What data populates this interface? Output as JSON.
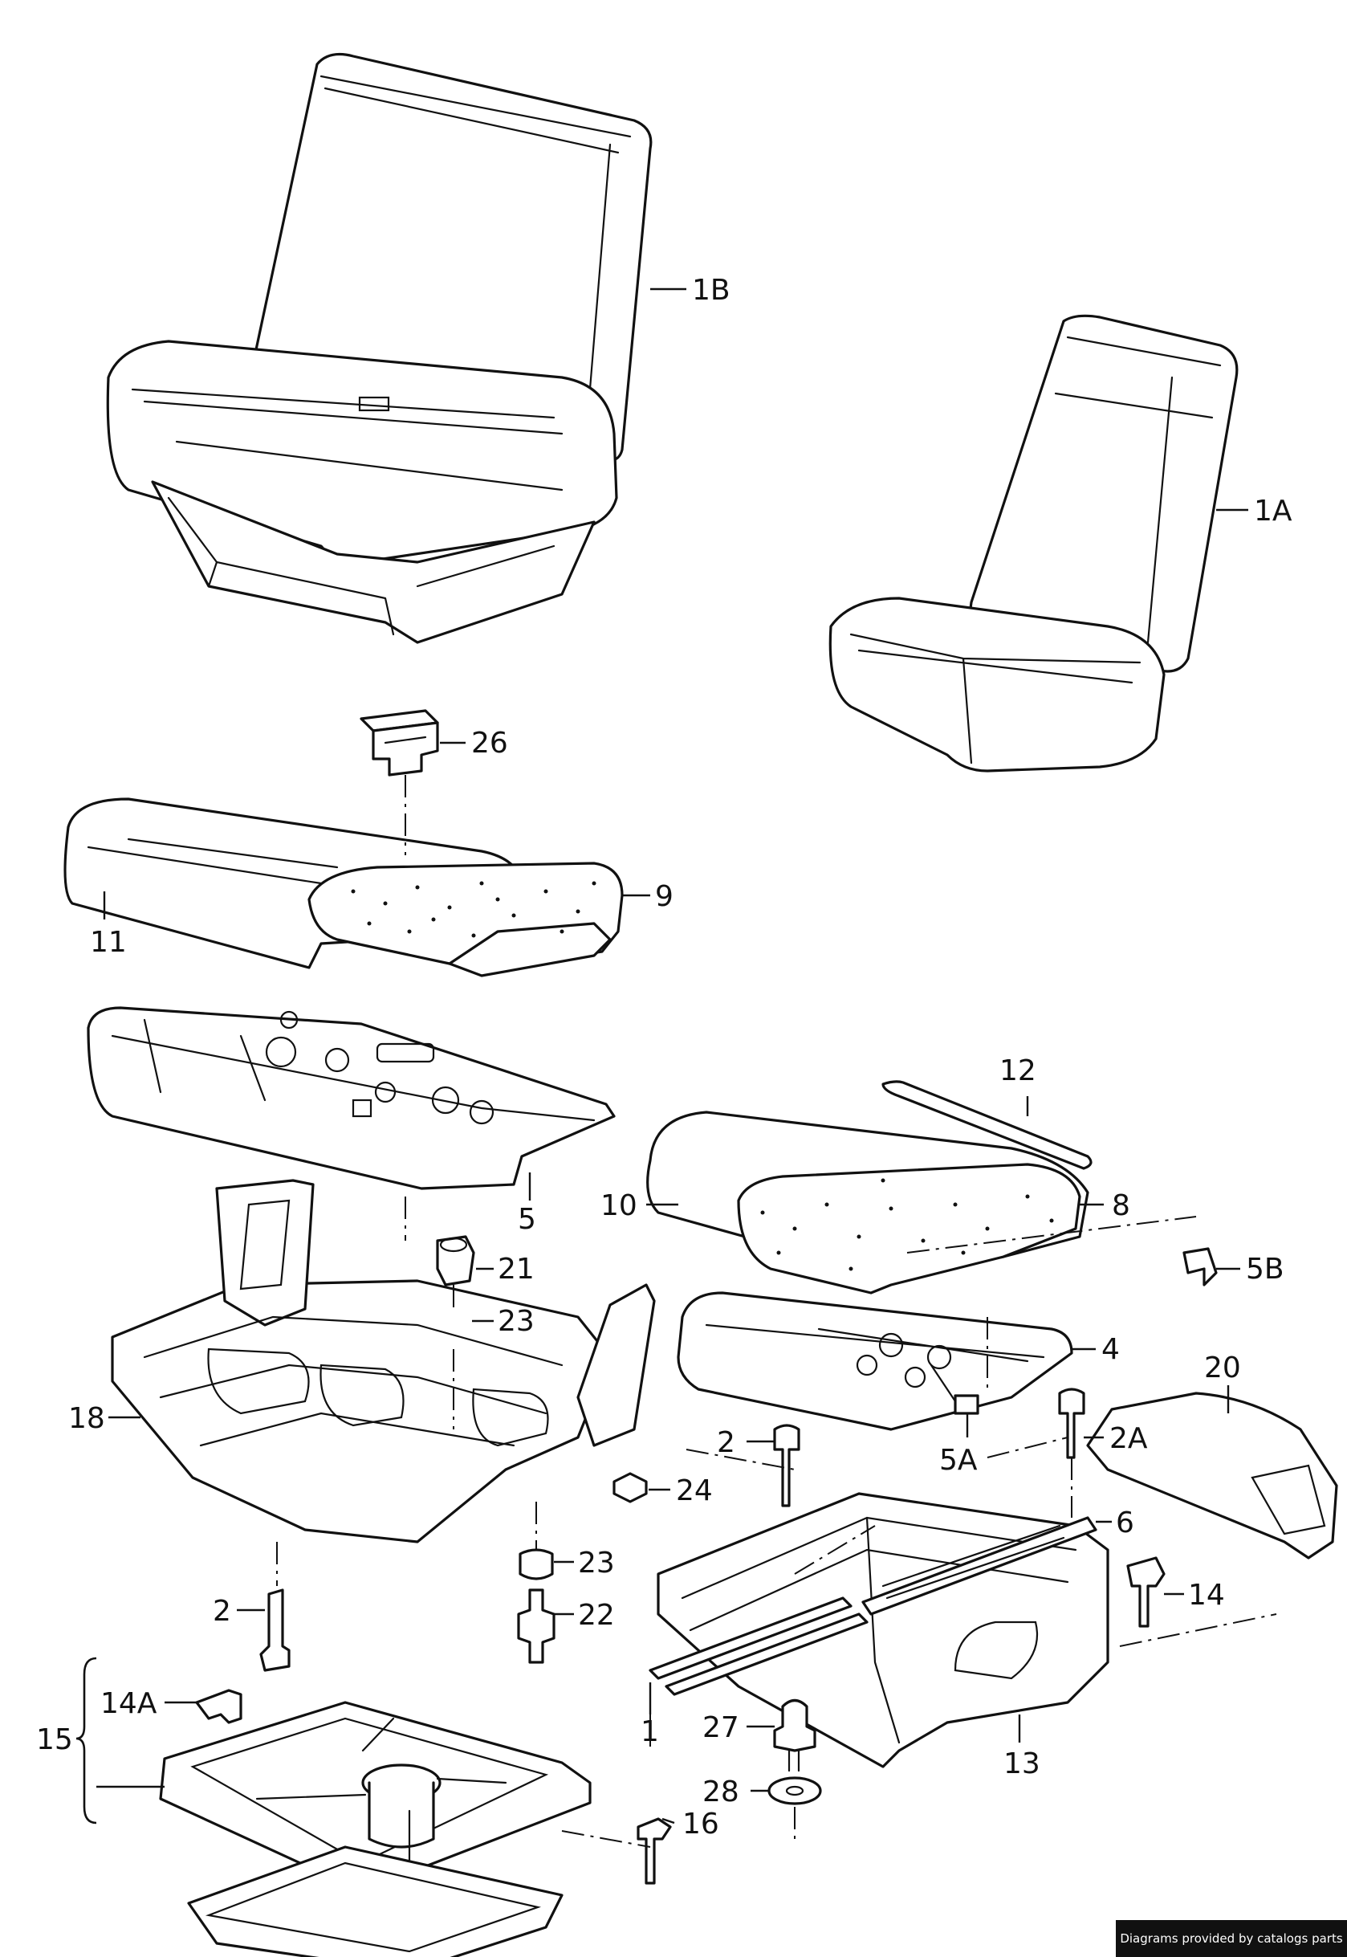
{
  "callouts": {
    "p1B": "1B",
    "p1A": "1A",
    "p26": "26",
    "p9": "9",
    "p11": "11",
    "p5": "5",
    "p12": "12",
    "p10": "10",
    "p8": "8",
    "p5B": "5B",
    "p21": "21",
    "p23a": "23",
    "p4": "4",
    "p20": "20",
    "p18": "18",
    "p2a": "2",
    "p2A": "2A",
    "p5A": "5A",
    "p24": "24",
    "p6": "6",
    "p23b": "23",
    "p2b": "2",
    "p22": "22",
    "p14": "14",
    "p14A": "14A",
    "p15": "15",
    "p1": "1",
    "p27": "27",
    "p13": "13",
    "p28": "28",
    "p16": "16"
  },
  "footer": {
    "credit": "Diagrams provided by catalogs parts"
  }
}
